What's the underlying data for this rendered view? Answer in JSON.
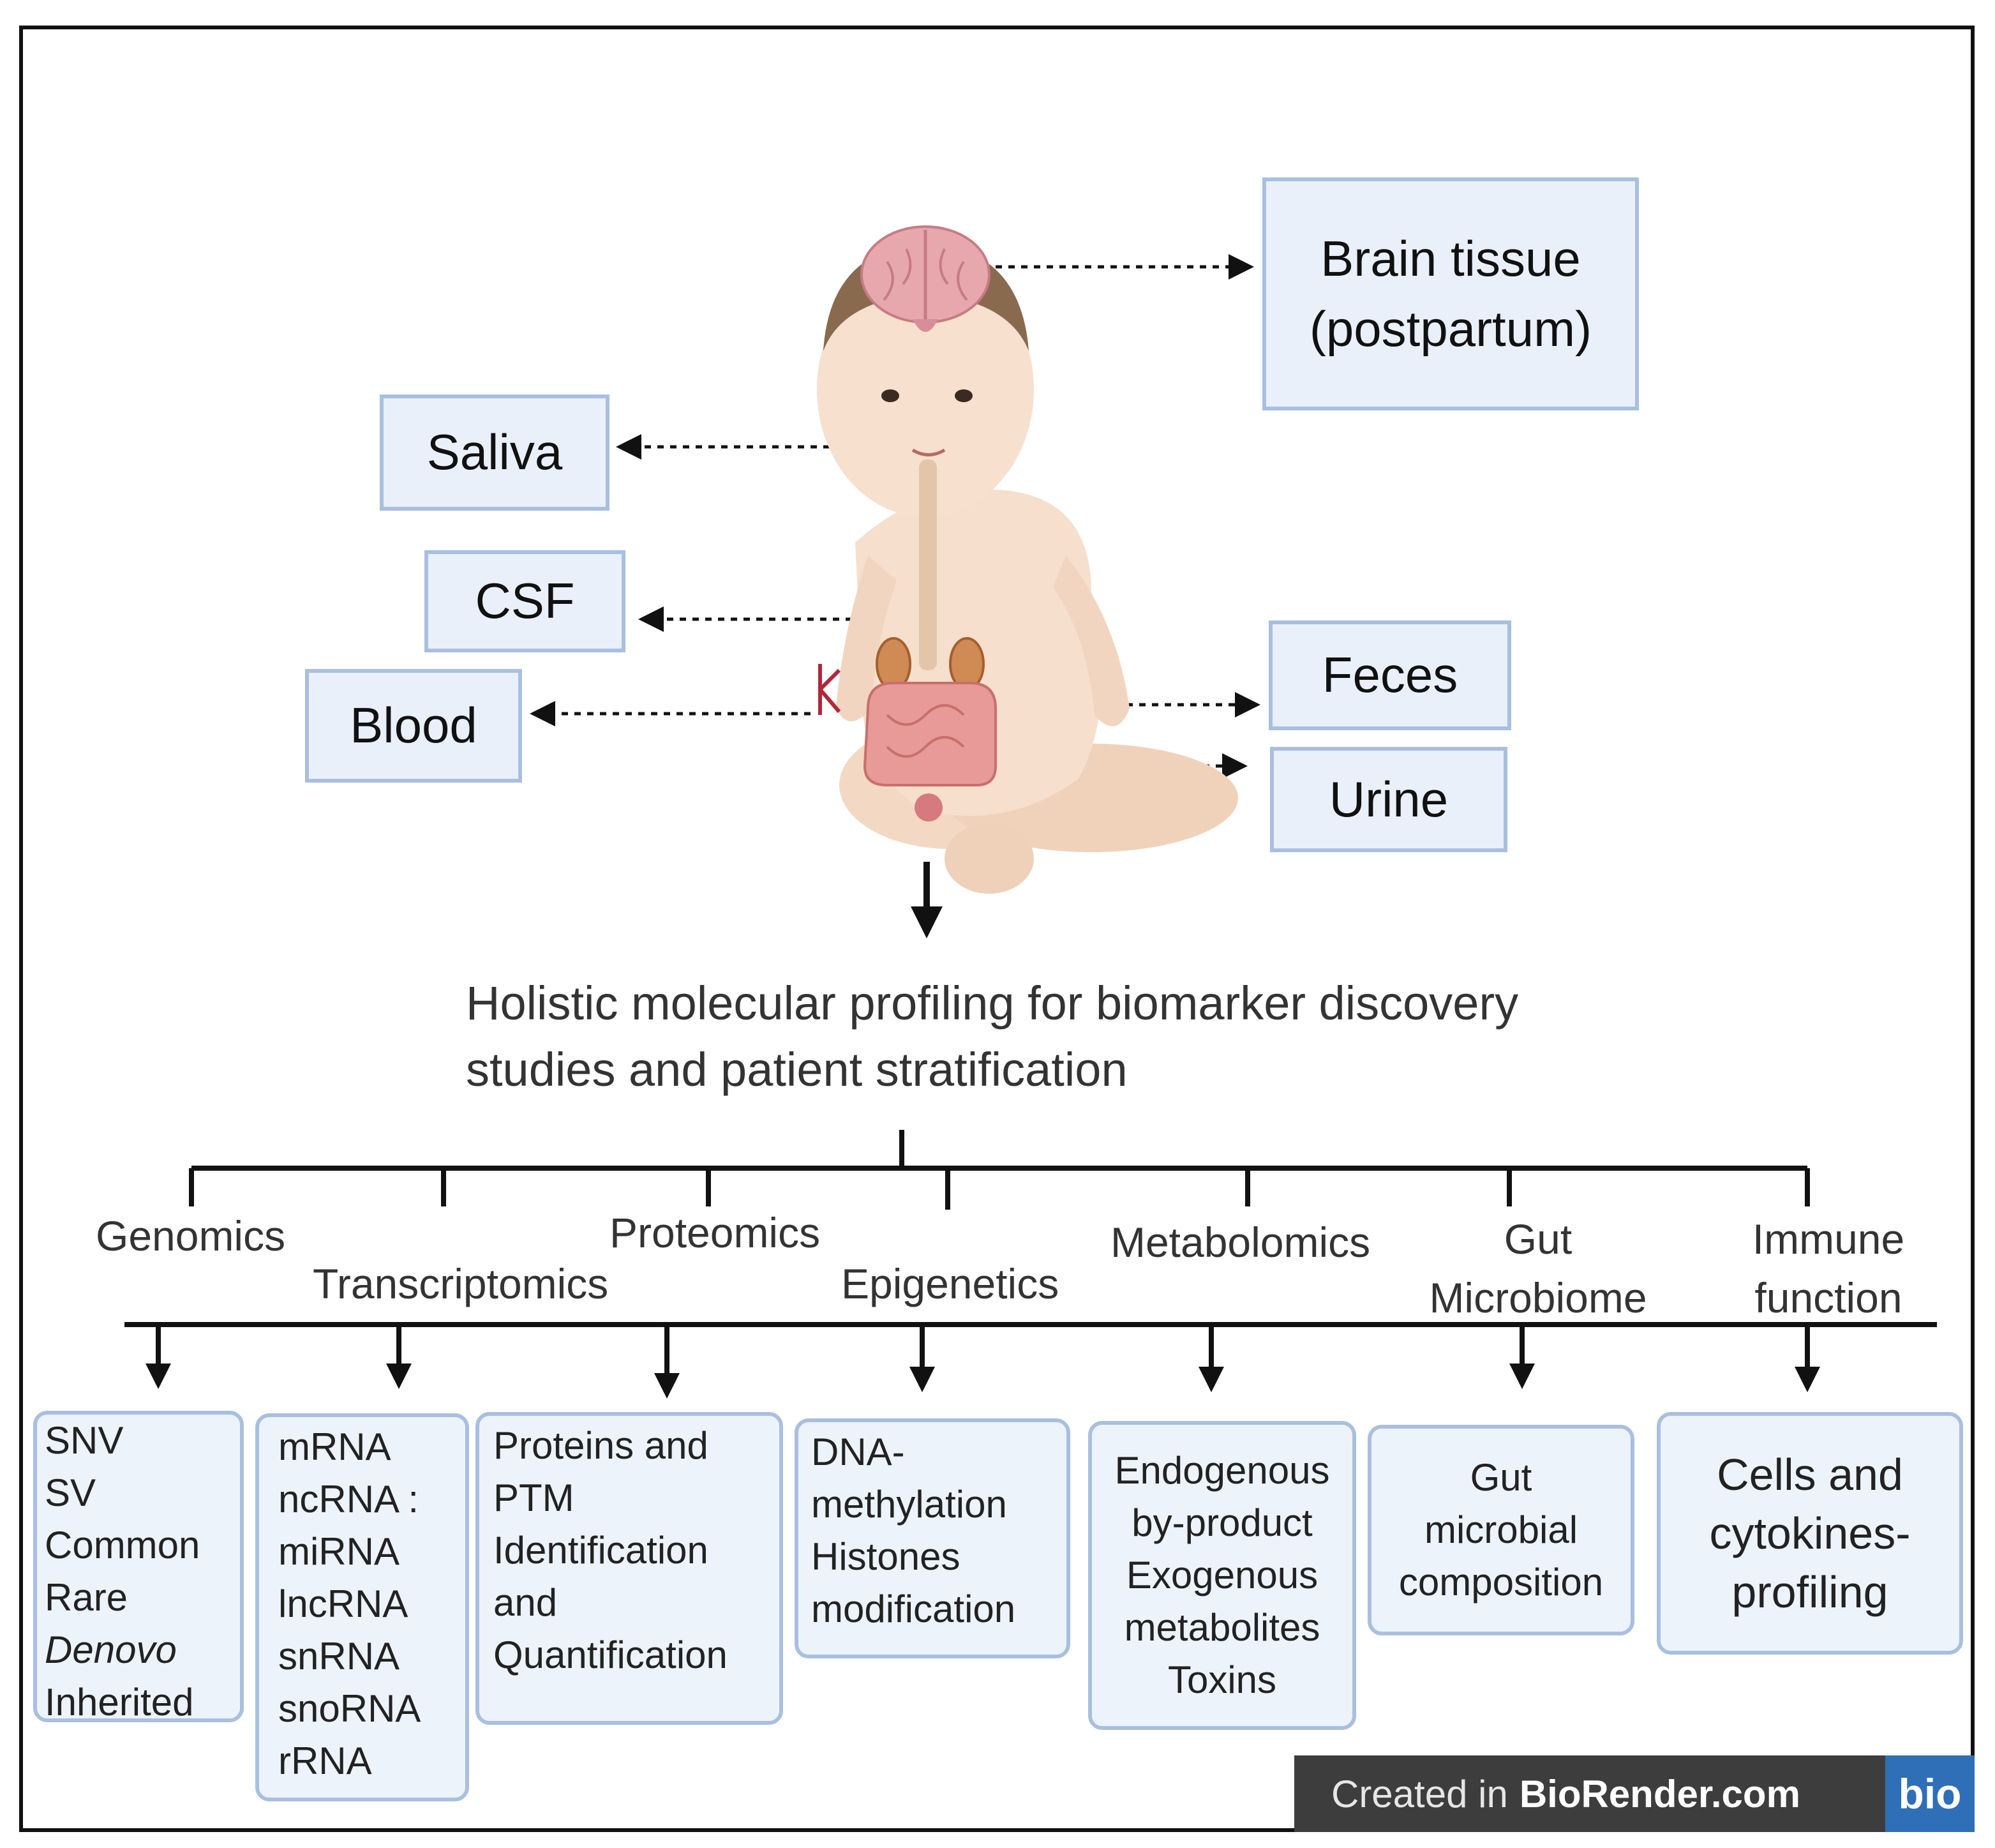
{
  "specimens": {
    "brain": "Brain tissue (postpartum)",
    "saliva": "Saliva",
    "csf": "CSF",
    "blood": "Blood",
    "feces": "Feces",
    "urine": "Urine"
  },
  "central_title": "Holistic molecular  profiling for biomarker discovery studies and patient stratification",
  "omics": {
    "genomics": "Genomics",
    "transcriptomics": "Transcriptomics",
    "proteomics": "Proteomics",
    "epigenetics": "Epigenetics",
    "metabolomics": "Metabolomics",
    "gut_line1": "Gut",
    "gut_line2": "Microbiome",
    "immune_line1": "Immune",
    "immune_line2": "function"
  },
  "leaves": {
    "genomics": [
      "SNV",
      "SV",
      "Common",
      "Rare",
      "Denovo",
      "Inherited"
    ],
    "transcriptomics": [
      "mRNA",
      "ncRNA :",
      "miRNA",
      "lncRNA",
      "snRNA",
      "snoRNA",
      "rRNA"
    ],
    "proteomics": [
      "Proteins and",
      "PTM",
      "Identification",
      "and",
      "Quantification"
    ],
    "epigenetics": [
      "DNA-",
      "methylation",
      "Histones",
      "modification"
    ],
    "metabolomics": [
      "Endogenous",
      "by-product",
      "Exogenous",
      "metabolites",
      "Toxins"
    ],
    "gut": [
      "Gut",
      "microbial",
      "composition"
    ],
    "immune": [
      "Cells and",
      "cytokines-",
      "profiling"
    ]
  },
  "badge": {
    "prefix": "Created in",
    "brand": "BioRender.com",
    "logo": "bio"
  },
  "colors": {
    "box_fill": "#e9f0fa",
    "box_border": "#a9bfe0",
    "line": "#111111",
    "badge_bg": "#3d3d3d",
    "logo_bg": "#2e6fb7"
  }
}
